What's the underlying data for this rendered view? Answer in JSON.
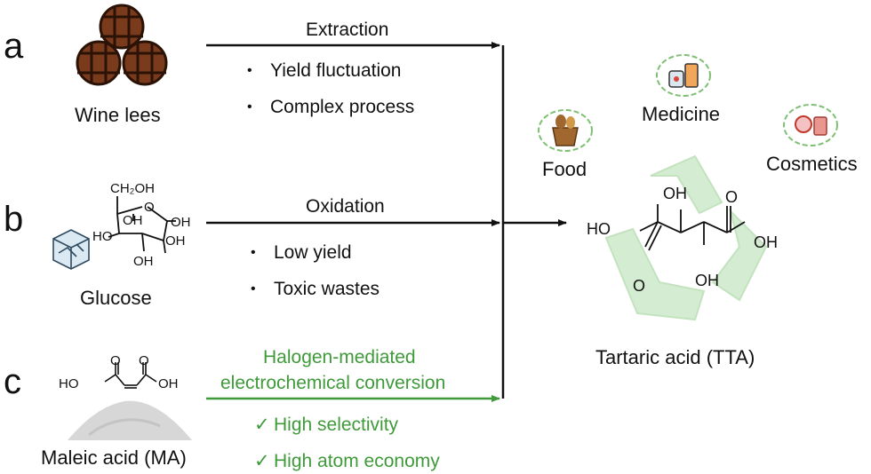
{
  "panels": {
    "a": {
      "letter": "a",
      "source": "Wine lees",
      "route": "Extraction",
      "drawbacks": [
        "Yield fluctuation",
        "Complex process"
      ]
    },
    "b": {
      "letter": "b",
      "source": "Glucose",
      "route": "Oxidation",
      "drawbacks": [
        "Low yield",
        "Toxic wastes"
      ],
      "structure_labels": {
        "ch2oh": "CH₂OH",
        "oh_a": "OH",
        "oh_b": "HO",
        "oh_c": "OH",
        "oh_d": "OH",
        "oh_e": "OH",
        "ring_o": "O"
      }
    },
    "c": {
      "letter": "c",
      "source": "Maleic acid (MA)",
      "route_lines": [
        "Halogen-mediated",
        "electrochemical conversion"
      ],
      "advantages": [
        "High selectivity",
        "High atom economy"
      ],
      "check_mark": "✓",
      "structure_labels": {
        "ho": "HO",
        "oh": "OH",
        "o1": "O",
        "o2": "O"
      }
    }
  },
  "bullet_symbol": "•",
  "product": {
    "name": "Tartaric acid (TTA)",
    "structure_labels": {
      "ho_left": "HO",
      "oh_top": "OH",
      "oh_bottom": "OH",
      "oh_right": "OH",
      "o_left": "O",
      "o_right": "O"
    },
    "applications": [
      "Food",
      "Medicine",
      "Cosmetics"
    ]
  },
  "colors": {
    "green": "#3f9a3a",
    "arrow": "#111111",
    "barrel": "#7a3a1c",
    "recycle": "#d4ecd1"
  },
  "icons": [
    "barrel-stack-icon",
    "sugar-cube-icon",
    "powder-pile-icon",
    "recycle-icon",
    "food-basket-icon",
    "medicine-icon",
    "cosmetics-icon"
  ]
}
